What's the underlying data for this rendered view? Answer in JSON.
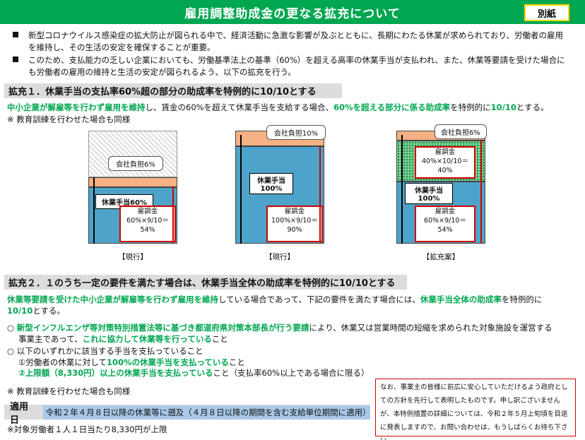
{
  "header": {
    "title": "雇用調整助成金の更なる拡充について",
    "tag": "別紙"
  },
  "intro": [
    "新型コロナウイルス感染症の拡大防止が図られる中で、経済活動に急激な影響が及ぶとともに、長期にわたる休業が求められており、労働者の雇用を維持し、その生活の安定を確保することが重要。",
    "このため、支払能力の乏しい企業においても、労働基準法上の基準（60%）を超える高率の休業手当が支払われ、また、休業等要請を受けた場合にも労働者の雇用の維持と生活の安定が図られるよう、以下の拡充を行う。"
  ],
  "sec1": {
    "heading": "拡充１．休業手当の支払率60%超の部分の助成率を特例的に10/10とする",
    "body_g1": "中小企業が解雇等を行わず雇用を維持",
    "body_m1": "し、賃金の60%を超えて休業手当を支給する場合、",
    "body_g2": "60%を超える部分に係る助成率",
    "body_m2": "を特例的に",
    "body_g3": "10/10",
    "body_m3": "とする。",
    "note": "※ 教育訓練を行わせた場合も同様",
    "diagrams": [
      {
        "bubble": "会社負担6%",
        "label": "休業手当60%",
        "red": "雇調金\n60%×9/10＝\n54%",
        "caption": "【現行】"
      },
      {
        "bubble": "会社負担10%",
        "label": "休業手当\n100%",
        "red": "雇調金\n100%×9/10＝\n90%",
        "caption": "【現行】"
      },
      {
        "bubble": "会社負担6%",
        "label": "休業手当\n100%",
        "red_top": "雇調金\n40%×10/10＝\n40%",
        "red": "雇調金\n60%×9/10＝\n54%",
        "caption": "【拡充案】"
      }
    ]
  },
  "sec2": {
    "heading": "拡充２．１のうち一定の要件を満たす場合は、休業手当全体の助成率を特例的に10/10とする",
    "l1_g": "休業等要請を受けた中小企業が解雇等を行わず雇用を維持",
    "l1_m": "している場合であって、下記の要件を満たす場合には、",
    "l1_g2": "休業手当全体の助成率",
    "l1_m2": "を特例的に",
    "l2_g": "10/10",
    "l2_m": "とする。",
    "c1_pre": "○ ",
    "c1_g": "新型インフルエンザ等対策特別措置法等に基づき都道府県対策本部長が行う要請",
    "c1_m": "により、休業又は営業時間の短縮を求められた対象施設を運営する",
    "c1b_m": "事業主であって、",
    "c1b_g": "これに協力して休業等を行っている",
    "c1b_m2": "こと",
    "c2": "○ 以下のいずれかに該当する手当を支払っていること",
    "c2a_m": "①労働者の休業に対して",
    "c2a_g": "100%の休業手当を支払っている",
    "c2a_m2": "こと",
    "c2b_g": "②上限額（8,330円）以上の休業手当を支払っている",
    "c2b_m": "こと（支払率60%以上である場合に限る）",
    "note": "※ 教育訓練を行わせた場合も同様"
  },
  "apply": {
    "label": "適用日",
    "text": "令和２年４月８日以降の休業等に遡及（４月８日以降の期間を含む支給単位期間に適用）"
  },
  "footer": "※対象労働者１人１日当たり8,330円が上限",
  "notice": "なお、事業主の皆様に前広に安心していただけるよう政府としての方針を先行して表明したものです。申し訳ございませんが、本特例措置の詳細については、令和２年５月上旬頃を目途に発表しますので、お問い合わせは、もうしばらくお待ち下さい。",
  "colors": {
    "green": "#00a650",
    "red": "#d20000",
    "orange": "#f5b183",
    "blue": "#4da3c9"
  }
}
